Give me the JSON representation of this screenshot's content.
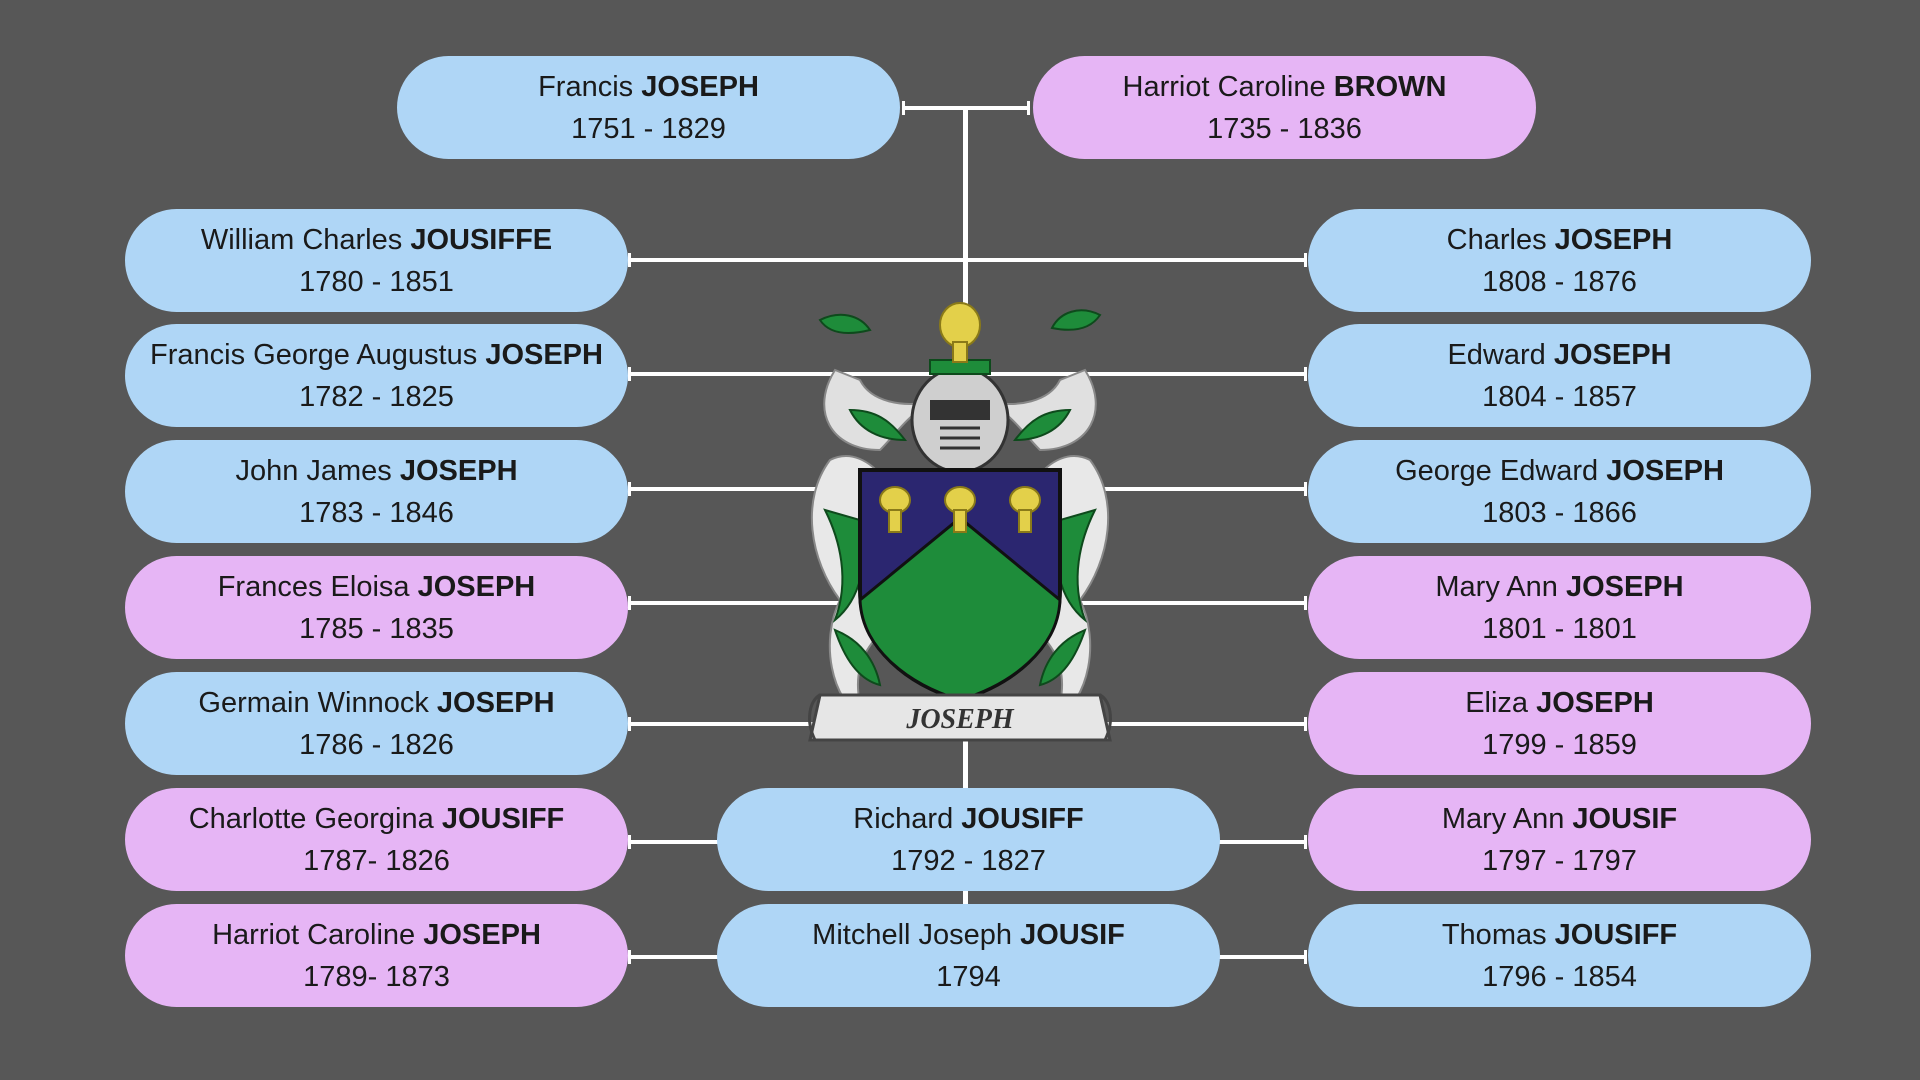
{
  "colors": {
    "background": "#575757",
    "male_box": "#afd6f6",
    "female_box": "#e6b5f5",
    "connector": "#ffffff",
    "shield_blue": "#2b2670",
    "shield_green": "#1e8c3a",
    "wheat_gold": "#e3d04a"
  },
  "parents": [
    {
      "given": "Francis",
      "surname": "JOSEPH",
      "dates": "1751 - 1829",
      "gender": "male"
    },
    {
      "given": "Harriot Caroline",
      "surname": "BROWN",
      "dates": "1735 - 1836",
      "gender": "female"
    }
  ],
  "left_children": [
    {
      "given": "William Charles",
      "surname": "JOUSIFFE",
      "dates": "1780 - 1851",
      "gender": "male"
    },
    {
      "given": "Francis George Augustus",
      "surname": "JOSEPH",
      "dates": "1782 - 1825",
      "gender": "male"
    },
    {
      "given": "John James",
      "surname": "JOSEPH",
      "dates": "1783 - 1846",
      "gender": "male"
    },
    {
      "given": "Frances Eloisa",
      "surname": "JOSEPH",
      "dates": "1785 - 1835",
      "gender": "female"
    },
    {
      "given": "Germain Winnock",
      "surname": "JOSEPH",
      "dates": "1786 - 1826",
      "gender": "male"
    },
    {
      "given": "Charlotte Georgina",
      "surname": "JOUSIFF",
      "dates": "1787- 1826",
      "gender": "female"
    },
    {
      "given": "Harriot Caroline",
      "surname": "JOSEPH",
      "dates": "1789- 1873",
      "gender": "female"
    }
  ],
  "right_children": [
    {
      "given": "Charles",
      "surname": "JOSEPH",
      "dates": "1808 - 1876",
      "gender": "male"
    },
    {
      "given": "Edward",
      "surname": "JOSEPH",
      "dates": "1804 - 1857",
      "gender": "male"
    },
    {
      "given": "George Edward",
      "surname": "JOSEPH",
      "dates": "1803 - 1866",
      "gender": "male"
    },
    {
      "given": "Mary Ann",
      "surname": "JOSEPH",
      "dates": "1801 - 1801",
      "gender": "female"
    },
    {
      "given": "Eliza",
      "surname": "JOSEPH",
      "dates": "1799 - 1859",
      "gender": "female"
    },
    {
      "given": "Mary Ann",
      "surname": "JOUSIF",
      "dates": "1797 - 1797",
      "gender": "female"
    },
    {
      "given": "Thomas",
      "surname": "JOUSIFF",
      "dates": "1796 - 1854",
      "gender": "male"
    }
  ],
  "center_children": [
    {
      "given": "Richard",
      "surname": "JOUSIFF",
      "dates": "1792 - 1827",
      "gender": "male"
    },
    {
      "given": "Mitchell Joseph",
      "surname": "JOUSIF",
      "dates": "1794",
      "gender": "male"
    }
  ],
  "crest": {
    "motto": "JOSEPH",
    "icon": "coat-of-arms-icon"
  }
}
